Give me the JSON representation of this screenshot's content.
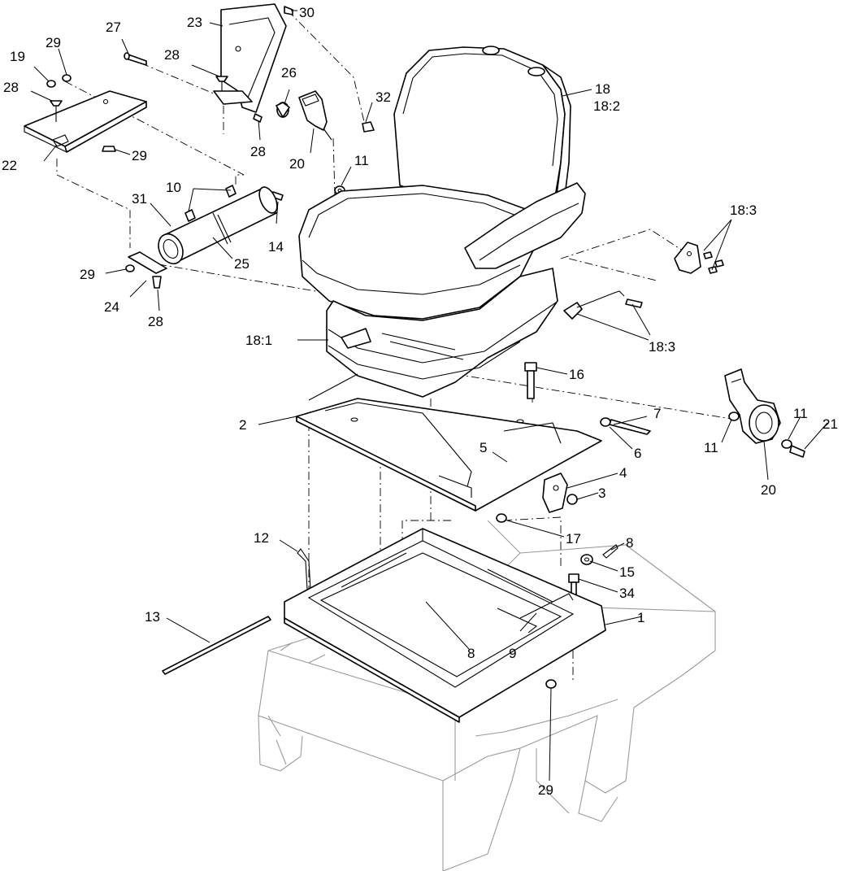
{
  "callouts": [
    {
      "id": "c30",
      "text": "30"
    },
    {
      "id": "c23",
      "text": "23"
    },
    {
      "id": "c27",
      "text": "27"
    },
    {
      "id": "c29a",
      "text": "29"
    },
    {
      "id": "c19",
      "text": "19"
    },
    {
      "id": "c28a",
      "text": "28"
    },
    {
      "id": "c28b",
      "text": "28"
    },
    {
      "id": "c26",
      "text": "26"
    },
    {
      "id": "c32",
      "text": "32"
    },
    {
      "id": "c18",
      "text": "18"
    },
    {
      "id": "c18_2",
      "text": "18:2"
    },
    {
      "id": "c22",
      "text": "22"
    },
    {
      "id": "c29b",
      "text": "29"
    },
    {
      "id": "c28c",
      "text": "28"
    },
    {
      "id": "c20a",
      "text": "20"
    },
    {
      "id": "c11a",
      "text": "11"
    },
    {
      "id": "c10",
      "text": "10"
    },
    {
      "id": "c31",
      "text": "31"
    },
    {
      "id": "c14",
      "text": "14"
    },
    {
      "id": "c25",
      "text": "25"
    },
    {
      "id": "c18_3a",
      "text": "18:3"
    },
    {
      "id": "c29c",
      "text": "29"
    },
    {
      "id": "c24",
      "text": "24"
    },
    {
      "id": "c28d",
      "text": "28"
    },
    {
      "id": "c18_1",
      "text": "18:1"
    },
    {
      "id": "c18_3b",
      "text": "18:3"
    },
    {
      "id": "c16",
      "text": "16"
    },
    {
      "id": "c2",
      "text": "2"
    },
    {
      "id": "c7",
      "text": "7"
    },
    {
      "id": "c6",
      "text": "6"
    },
    {
      "id": "c11b",
      "text": "11"
    },
    {
      "id": "c11c",
      "text": "11"
    },
    {
      "id": "c21",
      "text": "21"
    },
    {
      "id": "c5",
      "text": "5"
    },
    {
      "id": "c20b",
      "text": "20"
    },
    {
      "id": "c4",
      "text": "4"
    },
    {
      "id": "c3",
      "text": "3"
    },
    {
      "id": "c17",
      "text": "17"
    },
    {
      "id": "c12",
      "text": "12"
    },
    {
      "id": "c8a",
      "text": "8"
    },
    {
      "id": "c15",
      "text": "15"
    },
    {
      "id": "c34",
      "text": "34"
    },
    {
      "id": "c1",
      "text": "1"
    },
    {
      "id": "c13",
      "text": "13"
    },
    {
      "id": "c8b",
      "text": "8"
    },
    {
      "id": "c9",
      "text": "9"
    },
    {
      "id": "c29d",
      "text": "29"
    }
  ]
}
